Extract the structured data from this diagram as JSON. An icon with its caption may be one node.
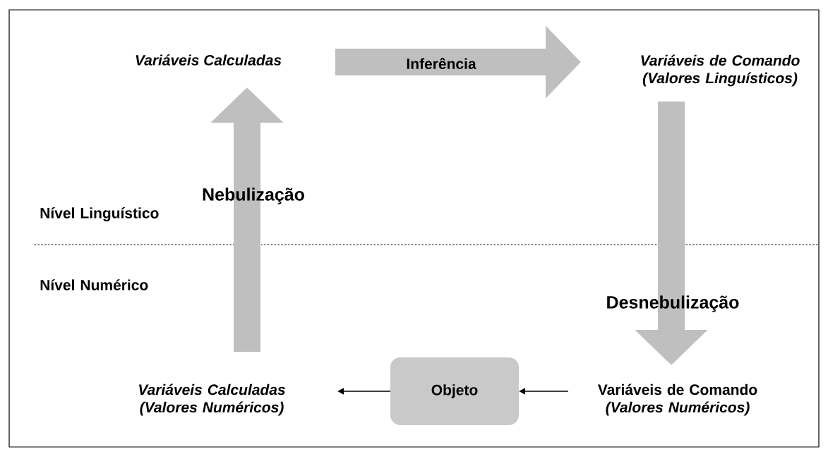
{
  "diagram": {
    "nodes": [
      {
        "text": [
          "Variáveis Calculadas"
        ]
      },
      {
        "text": [
          "Variáveis de Comando (Valores Linguísticos)"
        ]
      },
      {
        "text": [
          "Objeto"
        ]
      },
      {
        "text": [
          "Variáveis Calculadas (Valores Numéricos)"
        ]
      },
      {
        "text": [
          "Variáveis de Comando *(Valores Numéricos)*"
        ]
      }
    ],
    "edges": [
      {
        "from": 3,
        "to": 0,
        "arrow": "to",
        "label": "Nebulização"
      },
      {
        "from": 0,
        "to": 1,
        "arrow": "to",
        "label": "Inferência"
      },
      {
        "from": 1,
        "to": 4,
        "arrow": "to",
        "label": "Desnebulização"
      },
      {
        "from": 4,
        "to": 2,
        "arrow": "to",
        "color": "#000000"
      },
      {
        "from": 2,
        "to": 3,
        "arrow": "to",
        "color": "#000000"
      }
    ],
    "labels": [
      "Nível Linguístico",
      "Nível Numérico"
    ]
  }
}
